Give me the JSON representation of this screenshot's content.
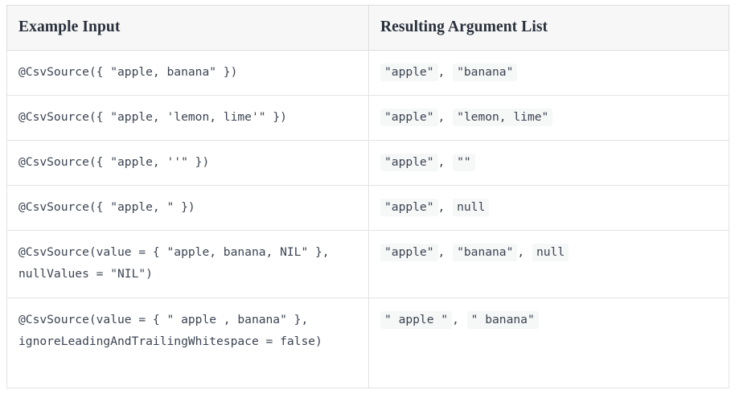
{
  "table": {
    "headers": {
      "input": "Example Input",
      "output": "Resulting Argument List"
    },
    "colors": {
      "header_background": "#f7f7f7",
      "header_text": "#29303b",
      "border": "#dddddd",
      "row_border": "#e3e3e3",
      "code_text": "#3b4351",
      "code_chip_background": "#f6f7f7",
      "page_background": "#ffffff"
    },
    "rows": [
      {
        "input": "@CsvSource({ \"apple, banana\" })",
        "output_parts": [
          "\"apple\"",
          "\"banana\""
        ]
      },
      {
        "input": "@CsvSource({ \"apple, 'lemon, lime'\" })",
        "output_parts": [
          "\"apple\"",
          "\"lemon, lime\""
        ]
      },
      {
        "input": "@CsvSource({ \"apple, ''\" })",
        "output_parts": [
          "\"apple\"",
          "\"\""
        ]
      },
      {
        "input": "@CsvSource({ \"apple, \" })",
        "output_parts": [
          "\"apple\"",
          "null"
        ]
      },
      {
        "input": "@CsvSource(value = { \"apple, banana, NIL\" }, nullValues = \"NIL\")",
        "output_parts": [
          "\"apple\"",
          "\"banana\"",
          "null"
        ]
      },
      {
        "input": "@CsvSource(value = { \" apple , banana\" }, ignoreLeadingAndTrailingWhitespace = false)",
        "output_parts": [
          "\" apple \"",
          "\" banana\""
        ]
      }
    ],
    "separator": ","
  }
}
